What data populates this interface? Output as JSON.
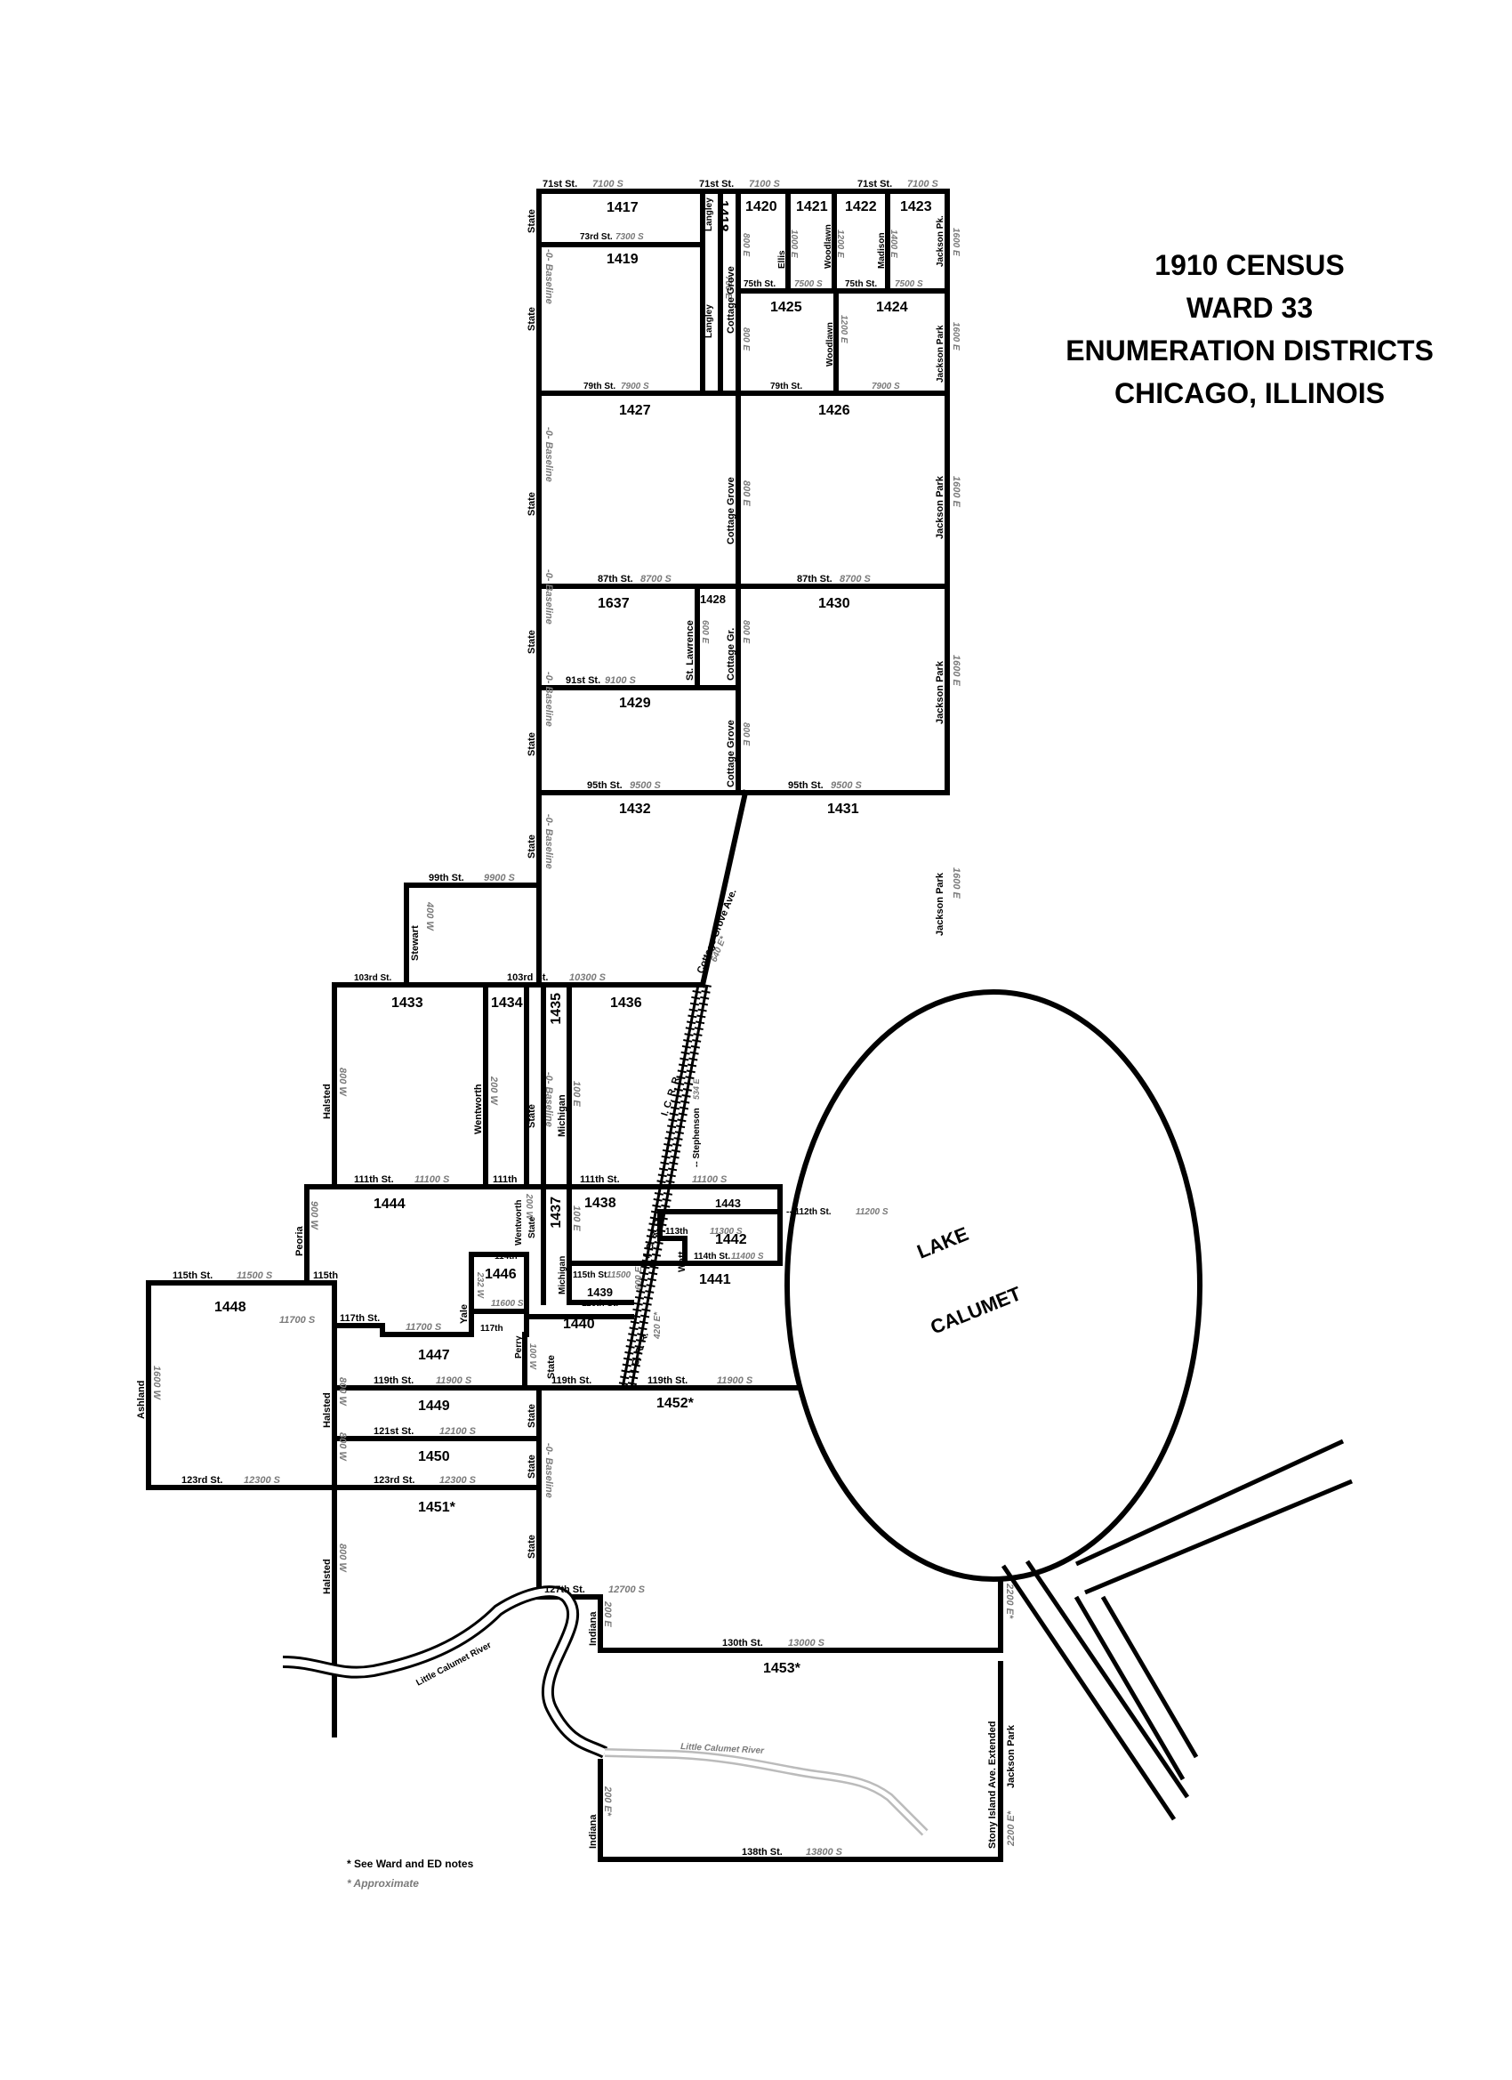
{
  "title": {
    "line1": "1910 CENSUS",
    "line2": "WARD 33",
    "line3": "ENUMERATION DISTRICTS",
    "line4": "CHICAGO, ILLINOIS"
  },
  "notes": {
    "star": "* See Ward and ED notes",
    "approx": "* Approximate"
  },
  "lake": {
    "line1": "LAKE",
    "line2": "CALUMET"
  },
  "districts": {
    "d1417": "1417",
    "d1418": "1418",
    "d1419": "1419",
    "d1420": "1420",
    "d1421": "1421",
    "d1422": "1422",
    "d1423": "1423",
    "d1424": "1424",
    "d1425": "1425",
    "d1426": "1426",
    "d1427": "1427",
    "d1428": "1428",
    "d1429": "1429",
    "d1430": "1430",
    "d1431": "1431",
    "d1432": "1432",
    "d1433": "1433",
    "d1434": "1434",
    "d1435": "1435",
    "d1436": "1436",
    "d1437": "1437",
    "d1438": "1438",
    "d1439": "1439",
    "d1440": "1440",
    "d1441": "1441",
    "d1442": "1442",
    "d1443": "1443",
    "d1444": "1444",
    "d1446": "1446",
    "d1447": "1447",
    "d1448": "1448",
    "d1449": "1449",
    "d1450": "1450",
    "d1451": "1451*",
    "d1452": "1452*",
    "d1453": "1453*",
    "d1637": "1637"
  },
  "streets": {
    "s71st": "71st St.",
    "s73rd": "73rd St.",
    "s75th": "75th St.",
    "s79th": "79th St.",
    "s87th": "87th St.",
    "s91st": "91st St.",
    "s95th": "95th St.",
    "s99th": "99th St.",
    "s103rd": "103rd St.",
    "s111th": "111th St.",
    "s111": "111th",
    "s112th": "-- 112th St.",
    "s113th": "113th",
    "s114th": "114th St.",
    "s114": "114th",
    "s115th": "115th St.",
    "s115": "115th",
    "s116th": "116th St.",
    "s117th": "117th St.",
    "s117": "117th",
    "s119th": "119th St.",
    "s121st": "121st St.",
    "s123rd": "123rd St.",
    "s127th": "127th St.",
    "s130th": "130th St.",
    "s138th": "138th St.",
    "state": "State",
    "langley": "Langley",
    "cottage": "Cottage Grove",
    "ellis": "Ellis",
    "woodlawn": "Woodlawn",
    "madison": "Madison",
    "jpk": "Jackson Pk.",
    "jpark": "Jackson Park",
    "stlaw": "St. Lawrence",
    "cottgr": "Cottage Gr.",
    "cottageave": "Cottage Grove Ave.",
    "stewart": "Stewart",
    "halsted": "Halsted",
    "wentworth": "Wentworth",
    "michigan": "Michigan",
    "peoria": "Peoria",
    "yale": "Yale",
    "perry": "Perry",
    "watt": "Watt",
    "ashland": "Ashland",
    "indiana": "Indiana",
    "icrr": "I. C. R. R.",
    "stephenson": "-- Stephenson",
    "stony": "Stony Island Ave. Extended",
    "calriver": "Little Calumet River",
    "baseline": "-0- Baseline"
  },
  "addresses": {
    "a7100s": "7100 S",
    "a7300s": "7300 S",
    "a7500s": "7500 S",
    "a7900s": "7900 S",
    "a8700s": "8700 S",
    "a9100s": "9100 S",
    "a9500s": "9500 S",
    "a9900s": "9900 S",
    "a10300s": "10300 S",
    "a11100s": "11100 S",
    "a11200s": "11200 S",
    "a11300s": "11300 S",
    "a11400s": "11400 S",
    "a11500s": "11500 S",
    "a11500": "11500",
    "a11600s": "11600 S",
    "a11700s": "11700 S",
    "a11900s": "11900 S",
    "a12100s": "12100 S",
    "a12300s": "12300 S",
    "a12700s": "12700 S",
    "a13000s": "13000 S",
    "a13800s": "13800 S",
    "a700e": "700 E",
    "a800e": "800 E",
    "a1000e": "1000 E",
    "a1200e": "1200 E",
    "a1400e": "1400 E",
    "a1600e": "1600 E",
    "a600e": "600 E",
    "a640e": "640 E*",
    "a100e": "100 E",
    "a200e": "200 E",
    "a200es": "200 E*",
    "a2200e": "2200 E*",
    "a420e": "420 E*",
    "a600es": "600 E",
    "a534e": "534 E",
    "a400w": "400 W",
    "a800w": "800 W",
    "a200w": "200 W",
    "a232w": "232 W",
    "a900w": "900 W",
    "a1600w": "1600 W",
    "a100w": "100 W"
  }
}
